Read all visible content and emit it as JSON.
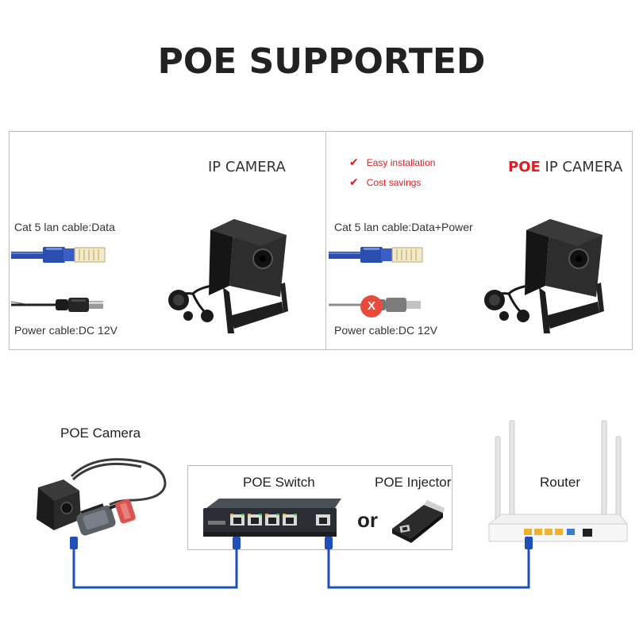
{
  "title": "POE SUPPORTED",
  "left_panel": {
    "heading": "IP CAMERA",
    "lan_label": "Cat 5 lan cable:Data",
    "power_label": "Power cable:DC  12V"
  },
  "right_panel": {
    "heading_highlight": "POE",
    "heading_rest": " IP CAMERA",
    "features": [
      "Easy installation",
      "Cost savings"
    ],
    "lan_label": "Cat 5 lan cable:Data+Power",
    "power_label": "Power cable:DC  12V",
    "cross_mark": "X"
  },
  "diagram": {
    "camera_label": "POE Camera",
    "switch_label": "POE Switch",
    "or_label": "or",
    "injector_label": "POE Injector",
    "router_label": "Router"
  },
  "colors": {
    "accent_red": "#e11b22",
    "cable_blue": "#1f4fb8",
    "title": "#222222"
  }
}
